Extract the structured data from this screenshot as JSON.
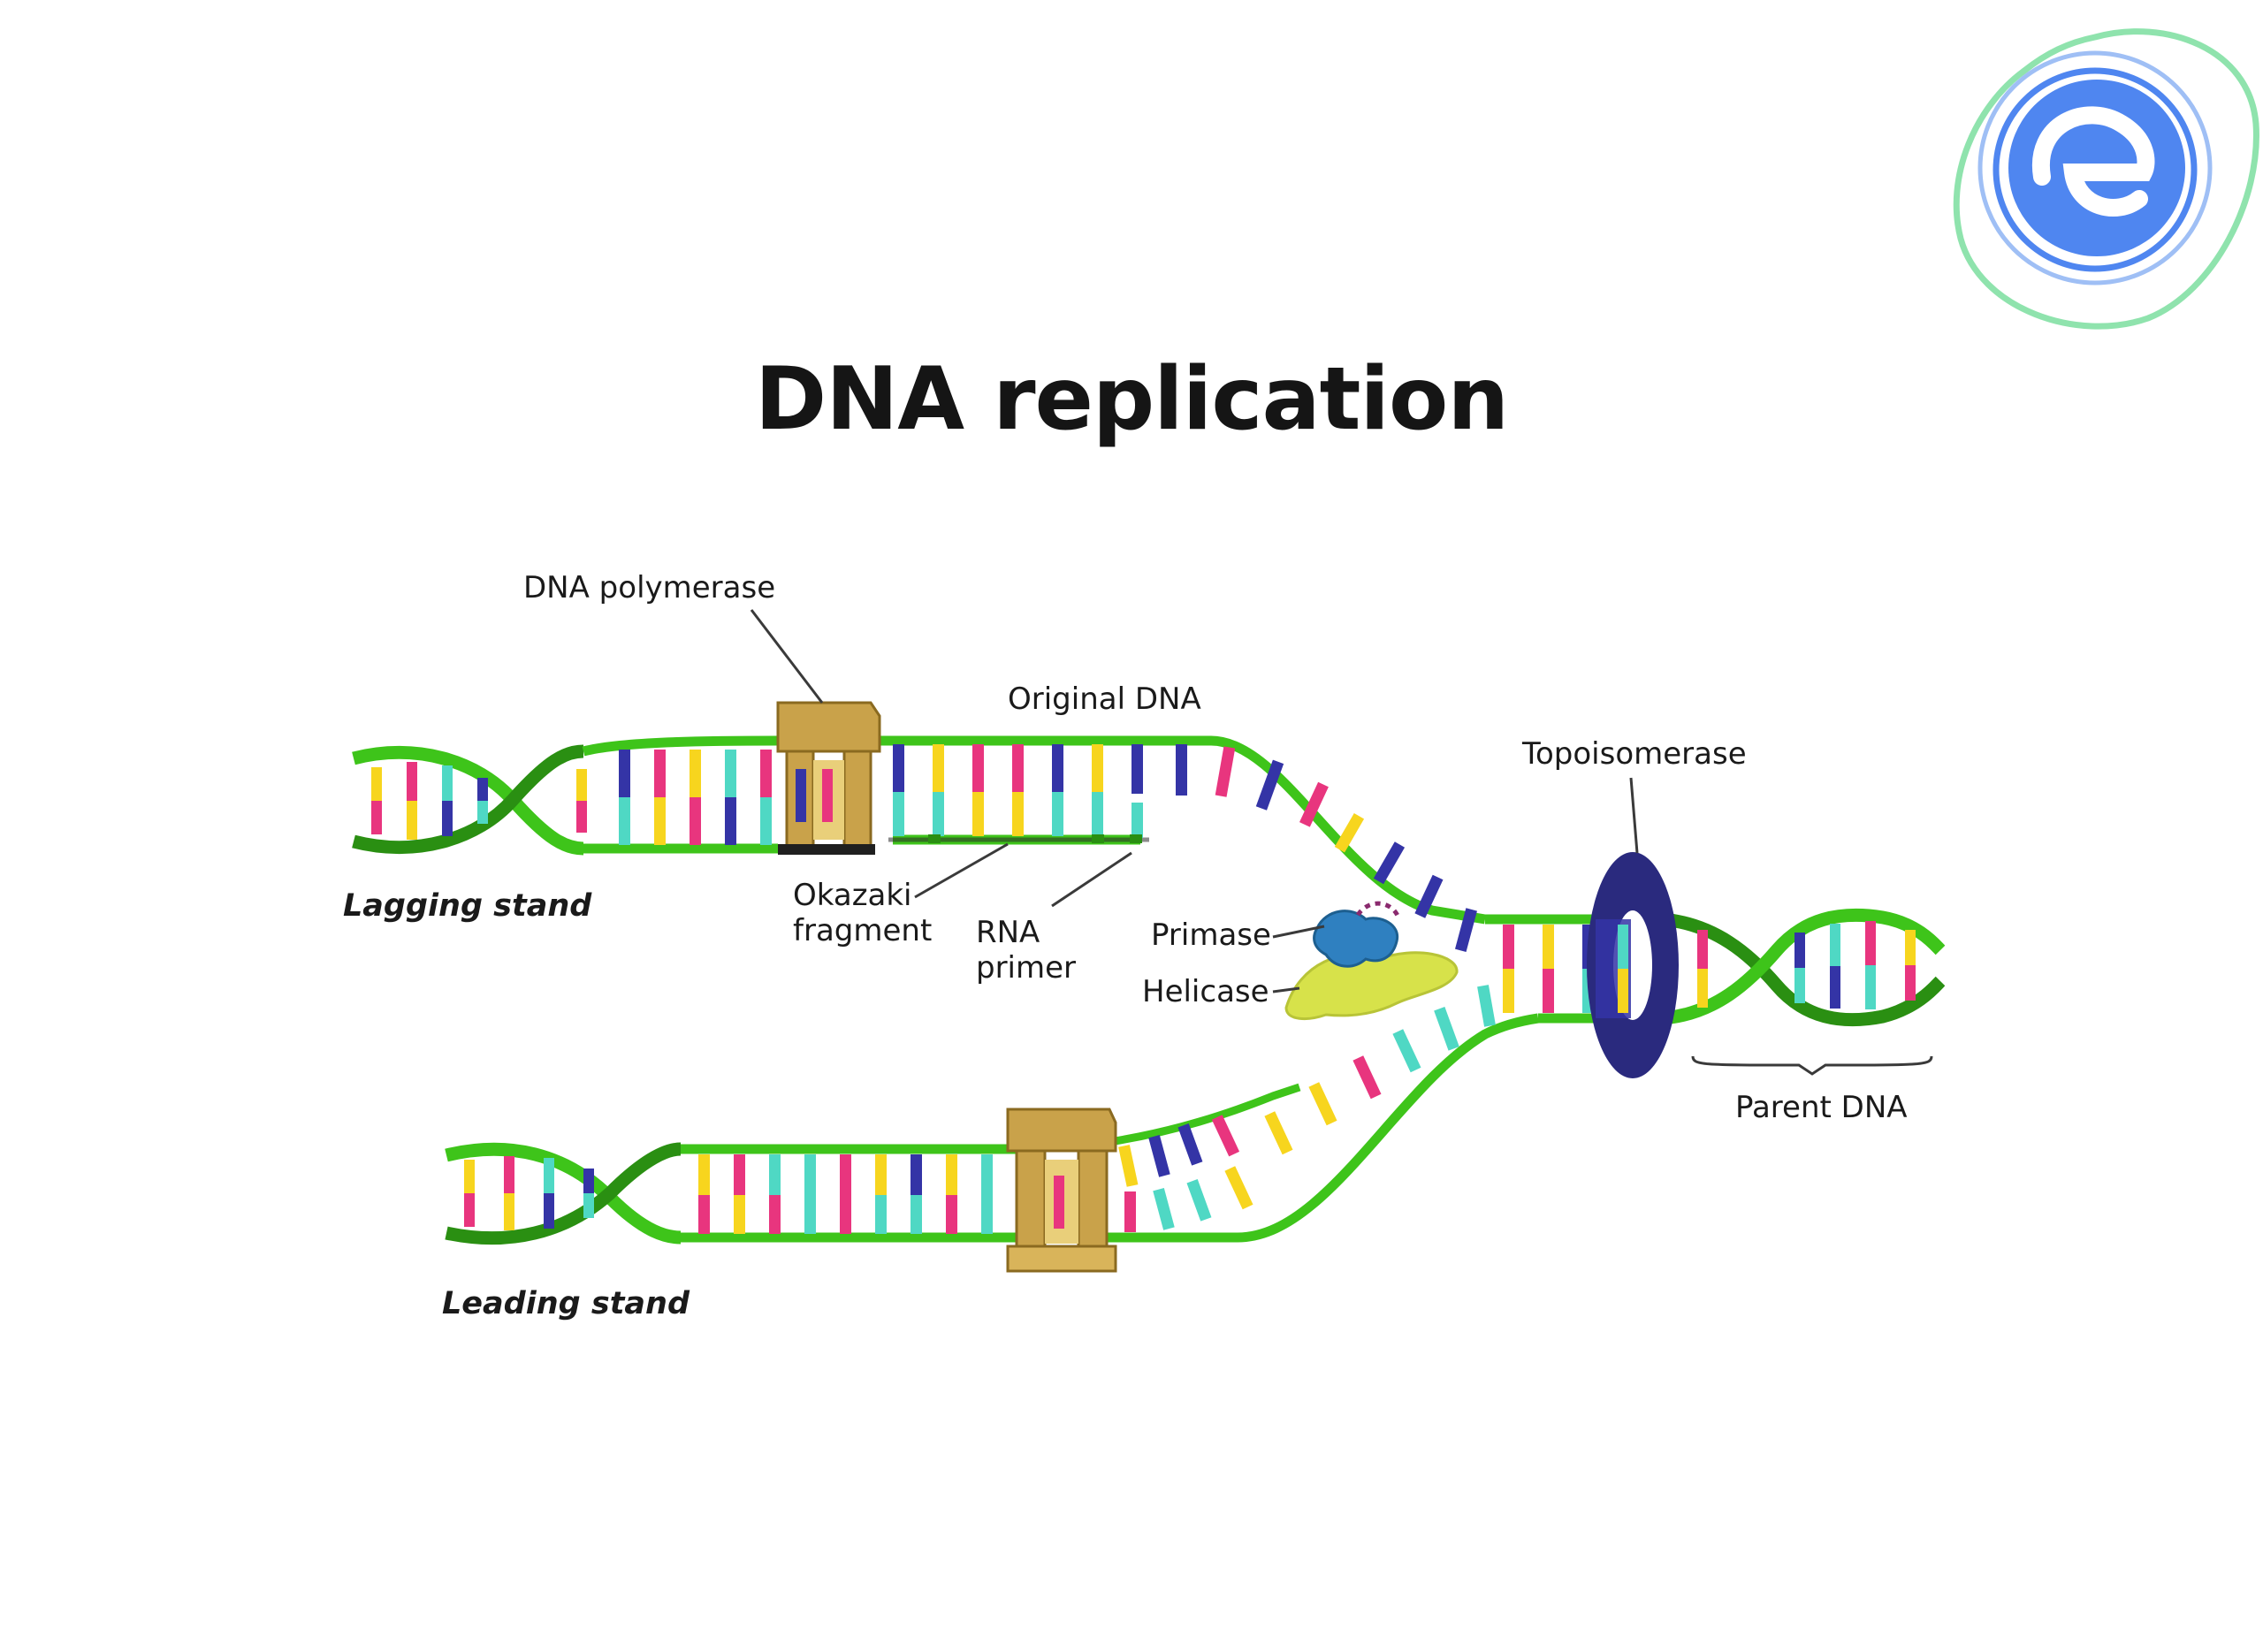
{
  "title": "DNA replication",
  "labels": {
    "dna_polymerase": "DNA polymerase",
    "original_dna": "Original DNA",
    "topoisomerase": "Topoisomerase",
    "lagging_strand": "Lagging stand",
    "okazaki_line1": "Okazaki",
    "okazaki_line2": "fragment",
    "rna_line1": "RNA",
    "rna_line2": "primer",
    "primase": "Primase",
    "helicase": "Helicase",
    "parent_dna": "Parent DNA",
    "leading_strand": "Leading stand"
  },
  "colors": {
    "backbone": "#3ec41a",
    "backbone_dark": "#2a8f12",
    "base_yellow": "#f7d51e",
    "base_pink": "#e8357e",
    "base_teal": "#4fd8c4",
    "base_navy": "#3434a6",
    "polymerase": "#c9a24a",
    "topoisomerase": "#2a2a7e",
    "primase": "#2f80c0",
    "helicase": "#d7e24a",
    "logo_blue": "#4f86f0",
    "logo_green": "#8fe3ad"
  },
  "icons": [
    "brand-logo-icon"
  ]
}
